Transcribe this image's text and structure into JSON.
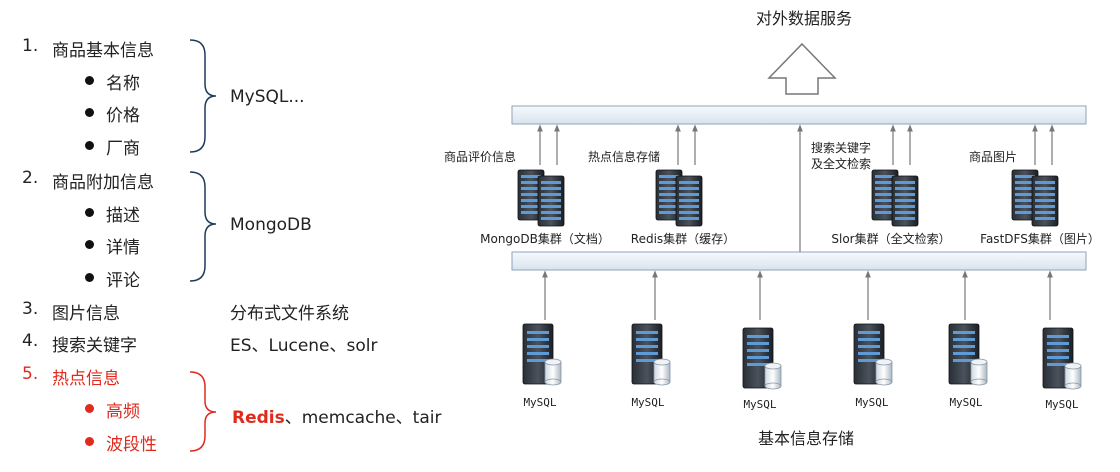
{
  "left_list": [
    {
      "num": "1.",
      "title": "商品基本信息",
      "subs": [
        "名称",
        "价格",
        "厂商"
      ],
      "db": "MySQL..."
    },
    {
      "num": "2.",
      "title": "商品附加信息",
      "subs": [
        "描述",
        "详情",
        "评论"
      ],
      "db": "MongoDB"
    },
    {
      "num": "3.",
      "title": "图片信息",
      "db": "分布式文件系统"
    },
    {
      "num": "4.",
      "title": "搜索关键字",
      "db": "ES、Lucene、solr"
    },
    {
      "num": "5.",
      "title": "热点信息",
      "subs": [
        "高频",
        "波段性"
      ],
      "db_bold": "Redis",
      "db_rest": "、memcache、tair"
    }
  ],
  "diagram": {
    "top_label": "对外数据服务",
    "bottom_label": "基本信息存储",
    "clusters": [
      {
        "label": "MongoDB集群（文档）",
        "upper": "商品评价信息"
      },
      {
        "label": "Redis集群（缓存）",
        "upper": "热点信息存储"
      },
      {
        "label": "Slor集群（全文检索）",
        "upper1": "搜索关键字",
        "upper2": "及全文检索"
      },
      {
        "label": "FastDFS集群（图片）",
        "upper": "商品图片"
      }
    ],
    "mysql_nodes": [
      "MySQL",
      "MySQL",
      "MySQL",
      "MySQL",
      "MySQL",
      "MySQL"
    ]
  }
}
